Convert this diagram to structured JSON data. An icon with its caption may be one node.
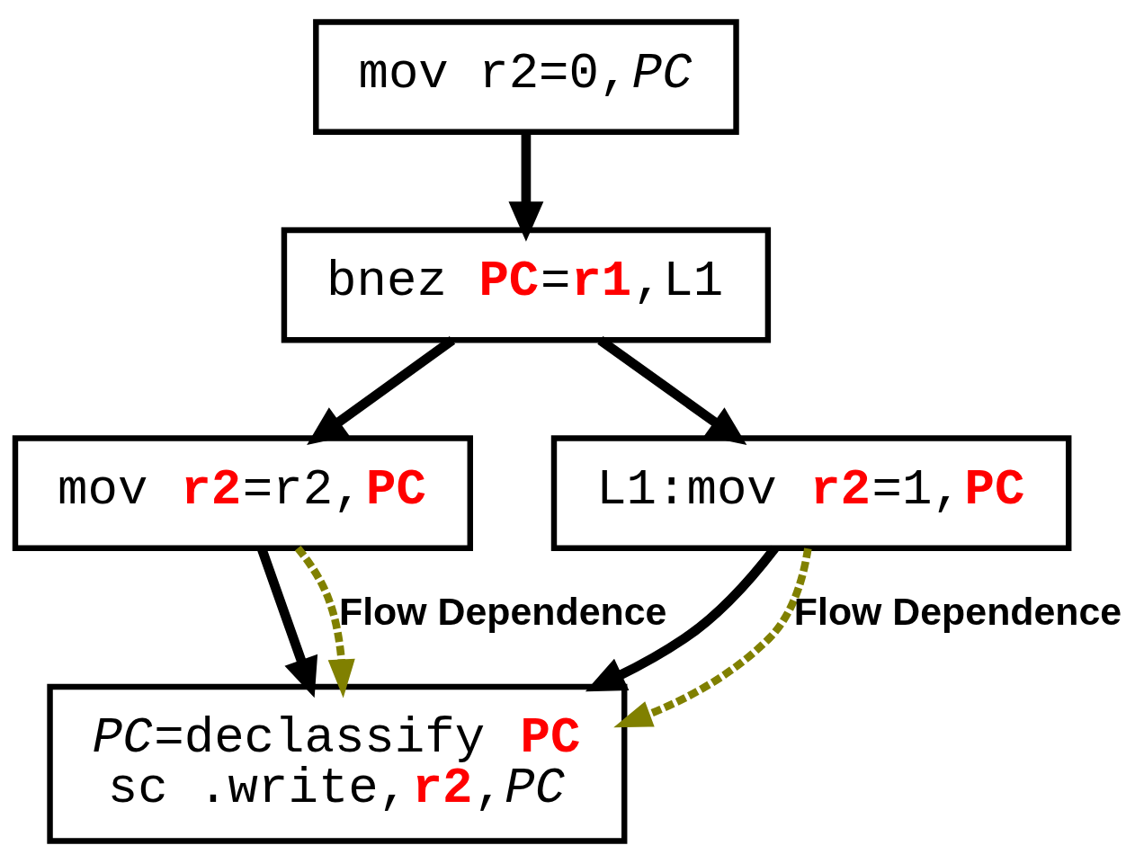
{
  "diagram": {
    "nodes": [
      {
        "text": [
          "mov r2=0,*PC*"
        ]
      },
      {
        "text": [
          "bnez **PC**=**r1**,L1"
        ]
      },
      {
        "text": [
          "mov **r2**=r2,**PC**"
        ]
      },
      {
        "text": [
          "L1:mov **r2**=1,**PC**"
        ]
      },
      {
        "text": [
          "*PC*=declassify **PC**",
          "sc .write,**r2**,*PC*"
        ]
      }
    ],
    "edges": [
      {
        "from": 0,
        "to": 1,
        "arrow": "to"
      },
      {
        "from": 1,
        "to": 2,
        "arrow": "to"
      },
      {
        "from": 1,
        "to": 3,
        "arrow": "to"
      },
      {
        "from": 2,
        "to": 4,
        "arrow": "to"
      },
      {
        "from": 3,
        "to": 4,
        "arrow": "to"
      },
      {
        "from": 2,
        "to": 4,
        "arrow": "to",
        "style": "dashed",
        "color": "#808000",
        "label": "Flow Dependence"
      },
      {
        "from": 3,
        "to": 4,
        "arrow": "to",
        "style": "dashed",
        "color": "#808000",
        "label": "Flow Dependence"
      }
    ]
  }
}
